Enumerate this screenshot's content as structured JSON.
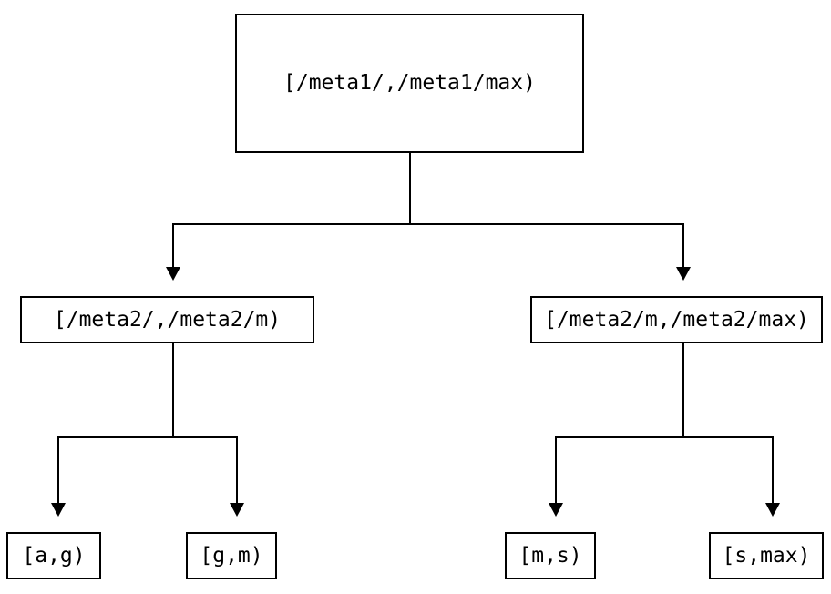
{
  "diagram": {
    "type": "binary-interval-tree",
    "nodes": {
      "root": {
        "label": "[/meta1/,/meta1/max)"
      },
      "left": {
        "label": "[/meta2/,/meta2/m)"
      },
      "right": {
        "label": "[/meta2/m,/meta2/max)"
      },
      "leaf_ag": {
        "label": "[a,g)"
      },
      "leaf_gm": {
        "label": "[g,m)"
      },
      "leaf_ms": {
        "label": "[m,s)"
      },
      "leaf_smax": {
        "label": "[s,max)"
      }
    },
    "edges": [
      {
        "from": "root",
        "to": "left"
      },
      {
        "from": "root",
        "to": "right"
      },
      {
        "from": "left",
        "to": "leaf_ag"
      },
      {
        "from": "left",
        "to": "leaf_gm"
      },
      {
        "from": "right",
        "to": "leaf_ms"
      },
      {
        "from": "right",
        "to": "leaf_smax"
      }
    ],
    "colors": {
      "background": "#ffffff",
      "line": "#000000",
      "box_border": "#000000",
      "text": "#000000"
    }
  }
}
